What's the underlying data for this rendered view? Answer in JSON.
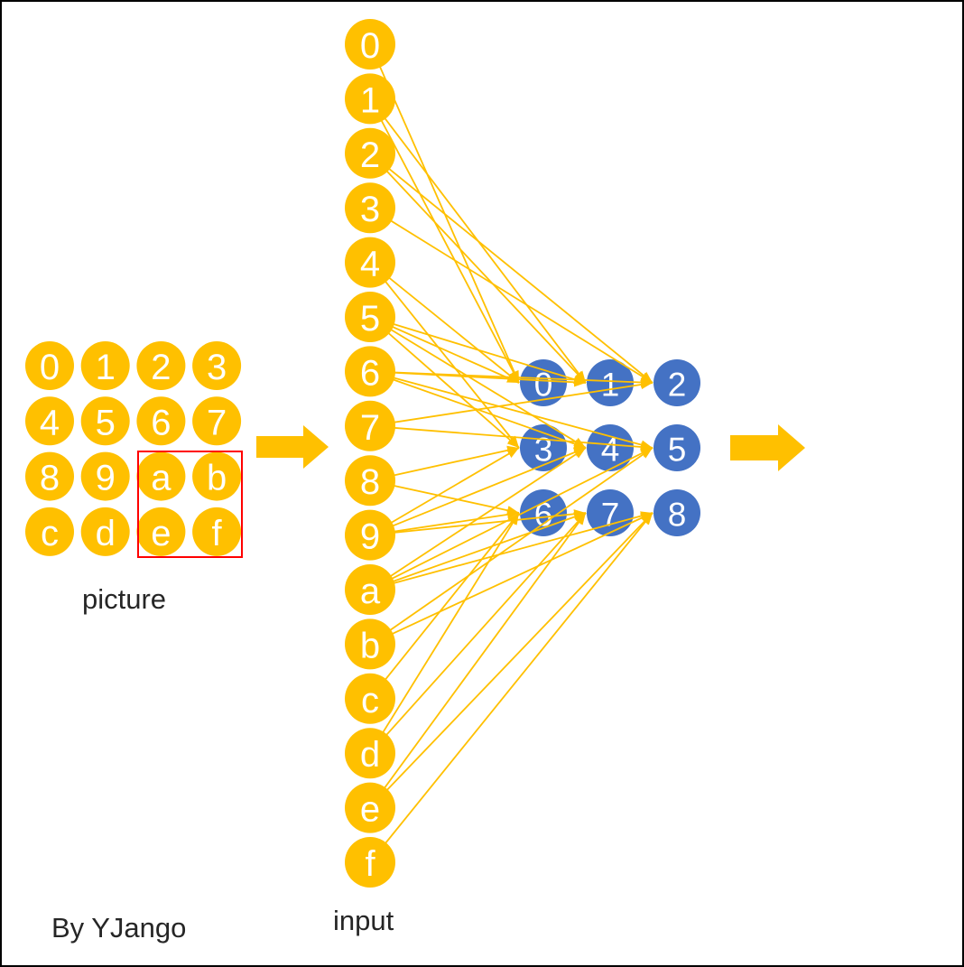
{
  "title": "convolution input mapping diagram",
  "colors": {
    "node_yellow": "#FFC000",
    "node_blue": "#4472C4",
    "line_yellow": "#FFC000",
    "arrow_yellow": "#FFC000",
    "highlight_red": "#FF0000",
    "node_label_white": "#FFFFFF",
    "caption_dark": "#262626",
    "background": "#FFFFFF",
    "border_black": "#000000"
  },
  "picture_grid": {
    "caption": "picture",
    "rows": [
      [
        "0",
        "1",
        "2",
        "3"
      ],
      [
        "4",
        "5",
        "6",
        "7"
      ],
      [
        "8",
        "9",
        "a",
        "b"
      ],
      [
        "c",
        "d",
        "e",
        "f"
      ]
    ],
    "highlighted_cells": [
      "a",
      "b",
      "e",
      "f"
    ]
  },
  "input_column": {
    "caption": "input",
    "labels": [
      "0",
      "1",
      "2",
      "3",
      "4",
      "5",
      "6",
      "7",
      "8",
      "9",
      "a",
      "b",
      "c",
      "d",
      "e",
      "f"
    ]
  },
  "output_grid": {
    "rows": [
      [
        "0",
        "1",
        "2"
      ],
      [
        "3",
        "4",
        "5"
      ],
      [
        "6",
        "7",
        "8"
      ]
    ]
  },
  "connections": [
    {
      "from": "0",
      "to": "0"
    },
    {
      "from": "1",
      "to": "0"
    },
    {
      "from": "4",
      "to": "0"
    },
    {
      "from": "5",
      "to": "0"
    },
    {
      "from": "1",
      "to": "1"
    },
    {
      "from": "2",
      "to": "1"
    },
    {
      "from": "5",
      "to": "1"
    },
    {
      "from": "6",
      "to": "1"
    },
    {
      "from": "2",
      "to": "2"
    },
    {
      "from": "3",
      "to": "2"
    },
    {
      "from": "6",
      "to": "2"
    },
    {
      "from": "7",
      "to": "2"
    },
    {
      "from": "4",
      "to": "3"
    },
    {
      "from": "5",
      "to": "3"
    },
    {
      "from": "8",
      "to": "3"
    },
    {
      "from": "9",
      "to": "3"
    },
    {
      "from": "5",
      "to": "4"
    },
    {
      "from": "6",
      "to": "4"
    },
    {
      "from": "9",
      "to": "4"
    },
    {
      "from": "a",
      "to": "4"
    },
    {
      "from": "6",
      "to": "5"
    },
    {
      "from": "7",
      "to": "5"
    },
    {
      "from": "a",
      "to": "5"
    },
    {
      "from": "b",
      "to": "5"
    },
    {
      "from": "8",
      "to": "6"
    },
    {
      "from": "9",
      "to": "6"
    },
    {
      "from": "c",
      "to": "6"
    },
    {
      "from": "d",
      "to": "6"
    },
    {
      "from": "9",
      "to": "7"
    },
    {
      "from": "a",
      "to": "7"
    },
    {
      "from": "d",
      "to": "7"
    },
    {
      "from": "e",
      "to": "7"
    },
    {
      "from": "a",
      "to": "8"
    },
    {
      "from": "b",
      "to": "8"
    },
    {
      "from": "e",
      "to": "8"
    },
    {
      "from": "f",
      "to": "8"
    }
  ],
  "credit": "By YJango"
}
